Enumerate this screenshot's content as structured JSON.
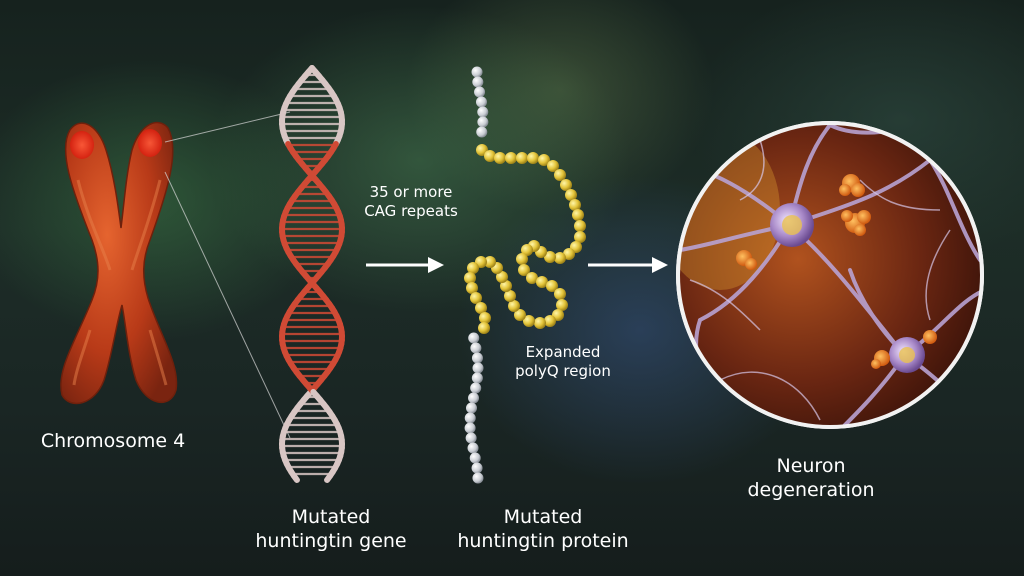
{
  "labels": {
    "chromosome": "Chromosome 4",
    "gene_line1": "Mutated",
    "gene_line2": "huntingtin gene",
    "protein_line1": "Mutated",
    "protein_line2": "huntingtin protein",
    "neuron_line1": "Neuron",
    "neuron_line2": "degeneration",
    "cag_line1": "35 or more",
    "cag_line2": "CAG repeats",
    "polyq_line1": "Expanded",
    "polyq_line2": "polyQ region"
  },
  "colors": {
    "chromosome": "#c0441e",
    "chromosome_tip": "#ff2a1a",
    "dna_normal": "#d8c6c4",
    "dna_mutated": "#d04a35",
    "bead_normal": "#d7dbe0",
    "bead_polyq": "#e7cc3c",
    "arrow": "#ffffff",
    "neuron_bg": "#6a2a14",
    "neuron_cell": "#c9a8e0",
    "plaque": "#f08a1e"
  },
  "icons": {
    "chromosome": "chromosome-icon",
    "dna": "dna-helix-icon",
    "protein": "protein-chain-icon",
    "neurons": "neuron-network-icon"
  }
}
